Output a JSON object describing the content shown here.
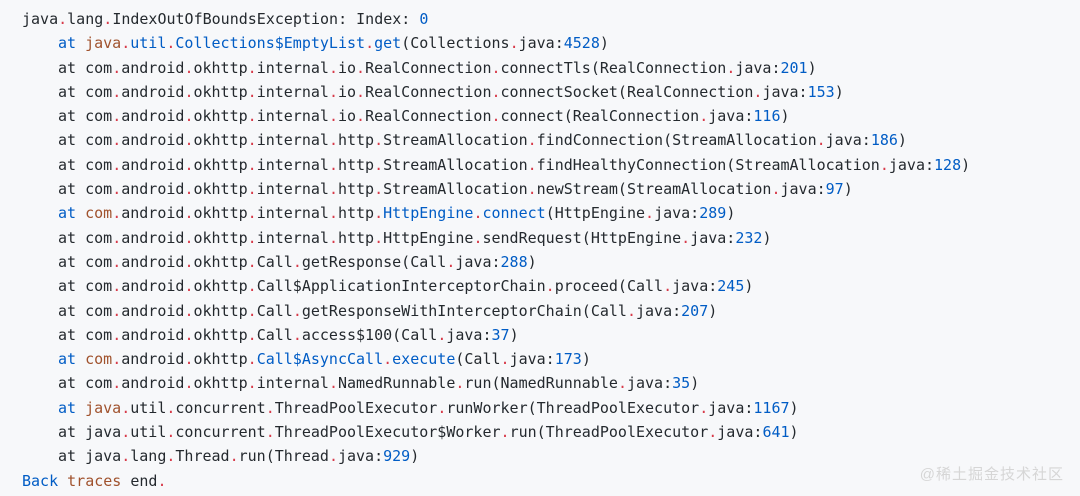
{
  "colors": {
    "background": "#f7f8fa",
    "default_text": "#24292e",
    "punctuation_red": "#d73a49",
    "token_blue": "#005cc5",
    "token_orange": "#a0522d",
    "watermark_gray": "#d6d6d6"
  },
  "watermark": {
    "text": "@稀土掘金技术社区"
  },
  "code": {
    "language": "java-stack-trace",
    "exception": "java.lang.IndexOutOfBoundsException",
    "message": "Index: 0",
    "lines": [
      {
        "indent": false,
        "segments": [
          [
            "d",
            "java"
          ],
          [
            "r",
            "."
          ],
          [
            "d",
            "lang"
          ],
          [
            "r",
            "."
          ],
          [
            "d",
            "IndexOutOfBoundsException: Index: "
          ],
          [
            "b",
            "0"
          ]
        ]
      },
      {
        "indent": true,
        "segments": [
          [
            "b",
            "at"
          ],
          [
            "d",
            " "
          ],
          [
            "o",
            "java"
          ],
          [
            "r",
            "."
          ],
          [
            "b",
            "util"
          ],
          [
            "r",
            "."
          ],
          [
            "b",
            "Collections$EmptyList"
          ],
          [
            "r",
            "."
          ],
          [
            "b",
            "get"
          ],
          [
            "d",
            "(Collections"
          ],
          [
            "r",
            "."
          ],
          [
            "d",
            "java:"
          ],
          [
            "b",
            "4528"
          ],
          [
            "d",
            ")"
          ]
        ]
      },
      {
        "indent": true,
        "segments": [
          [
            "d",
            "at com"
          ],
          [
            "r",
            "."
          ],
          [
            "d",
            "android"
          ],
          [
            "r",
            "."
          ],
          [
            "d",
            "okhttp"
          ],
          [
            "r",
            "."
          ],
          [
            "d",
            "internal"
          ],
          [
            "r",
            "."
          ],
          [
            "d",
            "io"
          ],
          [
            "r",
            "."
          ],
          [
            "d",
            "RealConnection"
          ],
          [
            "r",
            "."
          ],
          [
            "d",
            "connectTls(RealConnection"
          ],
          [
            "r",
            "."
          ],
          [
            "d",
            "java:"
          ],
          [
            "b",
            "201"
          ],
          [
            "d",
            ")"
          ]
        ]
      },
      {
        "indent": true,
        "segments": [
          [
            "d",
            "at com"
          ],
          [
            "r",
            "."
          ],
          [
            "d",
            "android"
          ],
          [
            "r",
            "."
          ],
          [
            "d",
            "okhttp"
          ],
          [
            "r",
            "."
          ],
          [
            "d",
            "internal"
          ],
          [
            "r",
            "."
          ],
          [
            "d",
            "io"
          ],
          [
            "r",
            "."
          ],
          [
            "d",
            "RealConnection"
          ],
          [
            "r",
            "."
          ],
          [
            "d",
            "connectSocket(RealConnection"
          ],
          [
            "r",
            "."
          ],
          [
            "d",
            "java:"
          ],
          [
            "b",
            "153"
          ],
          [
            "d",
            ")"
          ]
        ]
      },
      {
        "indent": true,
        "segments": [
          [
            "d",
            "at com"
          ],
          [
            "r",
            "."
          ],
          [
            "d",
            "android"
          ],
          [
            "r",
            "."
          ],
          [
            "d",
            "okhttp"
          ],
          [
            "r",
            "."
          ],
          [
            "d",
            "internal"
          ],
          [
            "r",
            "."
          ],
          [
            "d",
            "io"
          ],
          [
            "r",
            "."
          ],
          [
            "d",
            "RealConnection"
          ],
          [
            "r",
            "."
          ],
          [
            "d",
            "connect(RealConnection"
          ],
          [
            "r",
            "."
          ],
          [
            "d",
            "java:"
          ],
          [
            "b",
            "116"
          ],
          [
            "d",
            ")"
          ]
        ]
      },
      {
        "indent": true,
        "segments": [
          [
            "d",
            "at com"
          ],
          [
            "r",
            "."
          ],
          [
            "d",
            "android"
          ],
          [
            "r",
            "."
          ],
          [
            "d",
            "okhttp"
          ],
          [
            "r",
            "."
          ],
          [
            "d",
            "internal"
          ],
          [
            "r",
            "."
          ],
          [
            "d",
            "http"
          ],
          [
            "r",
            "."
          ],
          [
            "d",
            "StreamAllocation"
          ],
          [
            "r",
            "."
          ],
          [
            "d",
            "findConnection(StreamAllocation"
          ],
          [
            "r",
            "."
          ],
          [
            "d",
            "java:"
          ],
          [
            "b",
            "186"
          ],
          [
            "d",
            ")"
          ]
        ]
      },
      {
        "indent": true,
        "segments": [
          [
            "d",
            "at com"
          ],
          [
            "r",
            "."
          ],
          [
            "d",
            "android"
          ],
          [
            "r",
            "."
          ],
          [
            "d",
            "okhttp"
          ],
          [
            "r",
            "."
          ],
          [
            "d",
            "internal"
          ],
          [
            "r",
            "."
          ],
          [
            "d",
            "http"
          ],
          [
            "r",
            "."
          ],
          [
            "d",
            "StreamAllocation"
          ],
          [
            "r",
            "."
          ],
          [
            "d",
            "findHealthyConnection(StreamAllocation"
          ],
          [
            "r",
            "."
          ],
          [
            "d",
            "java:"
          ],
          [
            "b",
            "128"
          ],
          [
            "d",
            ")"
          ]
        ]
      },
      {
        "indent": true,
        "segments": [
          [
            "d",
            "at com"
          ],
          [
            "r",
            "."
          ],
          [
            "d",
            "android"
          ],
          [
            "r",
            "."
          ],
          [
            "d",
            "okhttp"
          ],
          [
            "r",
            "."
          ],
          [
            "d",
            "internal"
          ],
          [
            "r",
            "."
          ],
          [
            "d",
            "http"
          ],
          [
            "r",
            "."
          ],
          [
            "d",
            "StreamAllocation"
          ],
          [
            "r",
            "."
          ],
          [
            "d",
            "newStream(StreamAllocation"
          ],
          [
            "r",
            "."
          ],
          [
            "d",
            "java:"
          ],
          [
            "b",
            "97"
          ],
          [
            "d",
            ")"
          ]
        ]
      },
      {
        "indent": true,
        "segments": [
          [
            "b",
            "at"
          ],
          [
            "d",
            " "
          ],
          [
            "o",
            "com"
          ],
          [
            "r",
            "."
          ],
          [
            "d",
            "android"
          ],
          [
            "r",
            "."
          ],
          [
            "d",
            "okhttp"
          ],
          [
            "r",
            "."
          ],
          [
            "d",
            "internal"
          ],
          [
            "r",
            "."
          ],
          [
            "d",
            "http"
          ],
          [
            "r",
            "."
          ],
          [
            "b",
            "HttpEngine"
          ],
          [
            "r",
            "."
          ],
          [
            "b",
            "connect"
          ],
          [
            "d",
            "(HttpEngine"
          ],
          [
            "r",
            "."
          ],
          [
            "d",
            "java:"
          ],
          [
            "b",
            "289"
          ],
          [
            "d",
            ")"
          ]
        ]
      },
      {
        "indent": true,
        "segments": [
          [
            "d",
            "at com"
          ],
          [
            "r",
            "."
          ],
          [
            "d",
            "android"
          ],
          [
            "r",
            "."
          ],
          [
            "d",
            "okhttp"
          ],
          [
            "r",
            "."
          ],
          [
            "d",
            "internal"
          ],
          [
            "r",
            "."
          ],
          [
            "d",
            "http"
          ],
          [
            "r",
            "."
          ],
          [
            "d",
            "HttpEngine"
          ],
          [
            "r",
            "."
          ],
          [
            "d",
            "sendRequest(HttpEngine"
          ],
          [
            "r",
            "."
          ],
          [
            "d",
            "java:"
          ],
          [
            "b",
            "232"
          ],
          [
            "d",
            ")"
          ]
        ]
      },
      {
        "indent": true,
        "segments": [
          [
            "d",
            "at com"
          ],
          [
            "r",
            "."
          ],
          [
            "d",
            "android"
          ],
          [
            "r",
            "."
          ],
          [
            "d",
            "okhttp"
          ],
          [
            "r",
            "."
          ],
          [
            "d",
            "Call"
          ],
          [
            "r",
            "."
          ],
          [
            "d",
            "getResponse(Call"
          ],
          [
            "r",
            "."
          ],
          [
            "d",
            "java:"
          ],
          [
            "b",
            "288"
          ],
          [
            "d",
            ")"
          ]
        ]
      },
      {
        "indent": true,
        "segments": [
          [
            "d",
            "at com"
          ],
          [
            "r",
            "."
          ],
          [
            "d",
            "android"
          ],
          [
            "r",
            "."
          ],
          [
            "d",
            "okhttp"
          ],
          [
            "r",
            "."
          ],
          [
            "d",
            "Call$ApplicationInterceptorChain"
          ],
          [
            "r",
            "."
          ],
          [
            "d",
            "proceed(Call"
          ],
          [
            "r",
            "."
          ],
          [
            "d",
            "java:"
          ],
          [
            "b",
            "245"
          ],
          [
            "d",
            ")"
          ]
        ]
      },
      {
        "indent": true,
        "segments": [
          [
            "d",
            "at com"
          ],
          [
            "r",
            "."
          ],
          [
            "d",
            "android"
          ],
          [
            "r",
            "."
          ],
          [
            "d",
            "okhttp"
          ],
          [
            "r",
            "."
          ],
          [
            "d",
            "Call"
          ],
          [
            "r",
            "."
          ],
          [
            "d",
            "getResponseWithInterceptorChain(Call"
          ],
          [
            "r",
            "."
          ],
          [
            "d",
            "java:"
          ],
          [
            "b",
            "207"
          ],
          [
            "d",
            ")"
          ]
        ]
      },
      {
        "indent": true,
        "segments": [
          [
            "d",
            "at com"
          ],
          [
            "r",
            "."
          ],
          [
            "d",
            "android"
          ],
          [
            "r",
            "."
          ],
          [
            "d",
            "okhttp"
          ],
          [
            "r",
            "."
          ],
          [
            "d",
            "Call"
          ],
          [
            "r",
            "."
          ],
          [
            "d",
            "access$100(Call"
          ],
          [
            "r",
            "."
          ],
          [
            "d",
            "java:"
          ],
          [
            "b",
            "37"
          ],
          [
            "d",
            ")"
          ]
        ]
      },
      {
        "indent": true,
        "segments": [
          [
            "b",
            "at"
          ],
          [
            "d",
            " "
          ],
          [
            "o",
            "com"
          ],
          [
            "r",
            "."
          ],
          [
            "d",
            "android"
          ],
          [
            "r",
            "."
          ],
          [
            "d",
            "okhttp"
          ],
          [
            "r",
            "."
          ],
          [
            "b",
            "Call$AsyncCall"
          ],
          [
            "r",
            "."
          ],
          [
            "b",
            "execute"
          ],
          [
            "d",
            "(Call"
          ],
          [
            "r",
            "."
          ],
          [
            "d",
            "java:"
          ],
          [
            "b",
            "173"
          ],
          [
            "d",
            ")"
          ]
        ]
      },
      {
        "indent": true,
        "segments": [
          [
            "d",
            "at com"
          ],
          [
            "r",
            "."
          ],
          [
            "d",
            "android"
          ],
          [
            "r",
            "."
          ],
          [
            "d",
            "okhttp"
          ],
          [
            "r",
            "."
          ],
          [
            "d",
            "internal"
          ],
          [
            "r",
            "."
          ],
          [
            "d",
            "NamedRunnable"
          ],
          [
            "r",
            "."
          ],
          [
            "d",
            "run(NamedRunnable"
          ],
          [
            "r",
            "."
          ],
          [
            "d",
            "java:"
          ],
          [
            "b",
            "35"
          ],
          [
            "d",
            ")"
          ]
        ]
      },
      {
        "indent": true,
        "segments": [
          [
            "b",
            "at"
          ],
          [
            "d",
            " "
          ],
          [
            "o",
            "java"
          ],
          [
            "r",
            "."
          ],
          [
            "d",
            "util"
          ],
          [
            "r",
            "."
          ],
          [
            "d",
            "concurrent"
          ],
          [
            "r",
            "."
          ],
          [
            "d",
            "ThreadPoolExecutor"
          ],
          [
            "r",
            "."
          ],
          [
            "d",
            "runWorker(ThreadPoolExecutor"
          ],
          [
            "r",
            "."
          ],
          [
            "d",
            "java:"
          ],
          [
            "b",
            "1167"
          ],
          [
            "d",
            ")"
          ]
        ]
      },
      {
        "indent": true,
        "segments": [
          [
            "d",
            "at java"
          ],
          [
            "r",
            "."
          ],
          [
            "d",
            "util"
          ],
          [
            "r",
            "."
          ],
          [
            "d",
            "concurrent"
          ],
          [
            "r",
            "."
          ],
          [
            "d",
            "ThreadPoolExecutor$Worker"
          ],
          [
            "r",
            "."
          ],
          [
            "d",
            "run(ThreadPoolExecutor"
          ],
          [
            "r",
            "."
          ],
          [
            "d",
            "java:"
          ],
          [
            "b",
            "641"
          ],
          [
            "d",
            ")"
          ]
        ]
      },
      {
        "indent": true,
        "segments": [
          [
            "d",
            "at java"
          ],
          [
            "r",
            "."
          ],
          [
            "d",
            "lang"
          ],
          [
            "r",
            "."
          ],
          [
            "d",
            "Thread"
          ],
          [
            "r",
            "."
          ],
          [
            "d",
            "run(Thread"
          ],
          [
            "r",
            "."
          ],
          [
            "d",
            "java:"
          ],
          [
            "b",
            "929"
          ],
          [
            "d",
            ")"
          ]
        ]
      },
      {
        "indent": false,
        "segments": [
          [
            "b",
            "Back"
          ],
          [
            "d",
            " "
          ],
          [
            "o",
            "traces"
          ],
          [
            "d",
            " end"
          ],
          [
            "r",
            "."
          ]
        ]
      }
    ]
  }
}
